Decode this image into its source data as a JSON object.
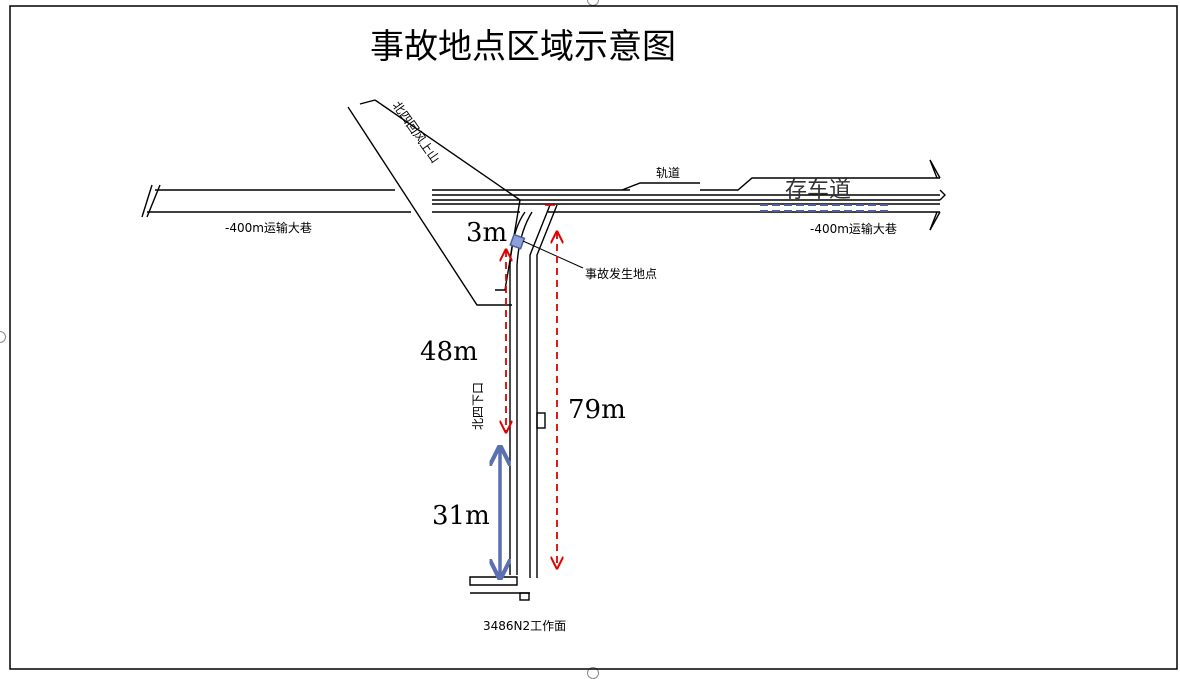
{
  "title": "事故地点区域示意图",
  "labels": {
    "haulage_left": "-400m运输大巷",
    "haulage_right": "-400m运输大巷",
    "track_road": "轨道",
    "parking_road": "存车道",
    "air_return_uphill": "北四回风上山",
    "lower_roadway": "北四下口",
    "accident_point": "事故发生地点",
    "work_face": "3486N2工作面"
  },
  "dimensions": {
    "d3": "3m",
    "d48": "48m",
    "d79": "79m",
    "d31": "31m"
  },
  "colors": {
    "line": "#000000",
    "dim_red": "#e00000",
    "dim_blue": "#5a70b0",
    "parking_dash": "#4a5fa0",
    "frame": "#000000"
  }
}
